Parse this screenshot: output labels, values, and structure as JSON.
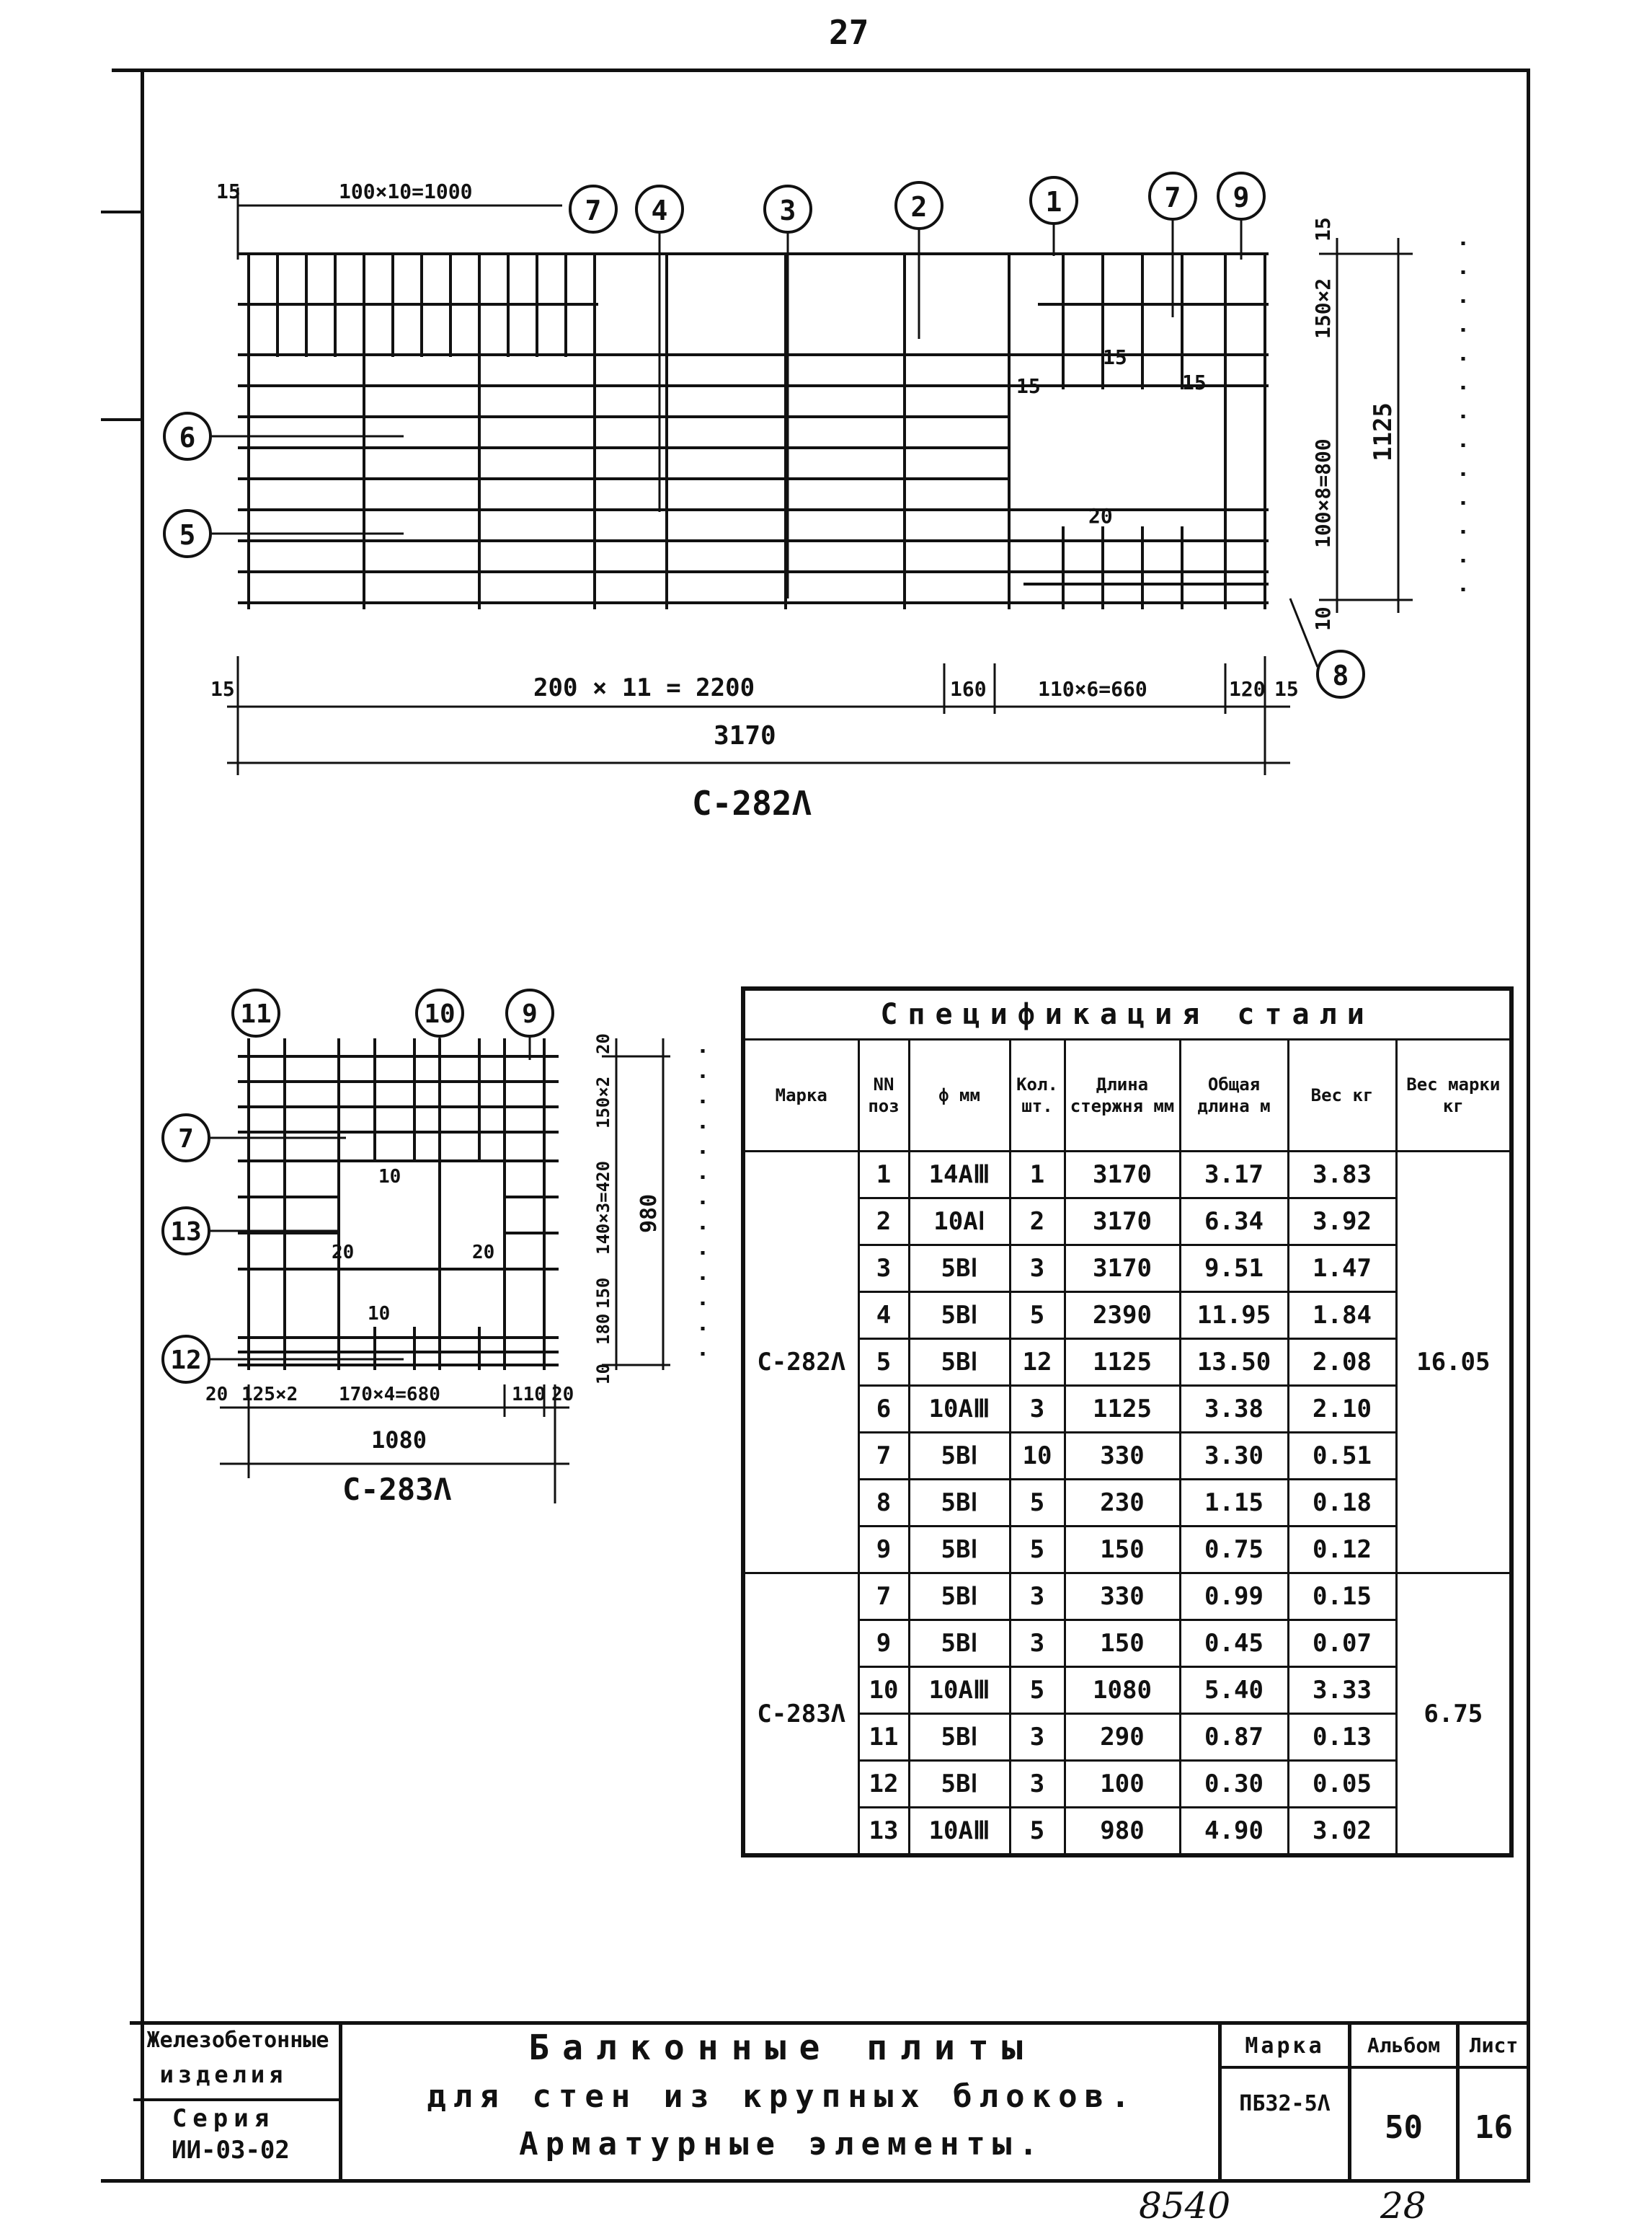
{
  "page_number": "27",
  "drawing1": {
    "label": "С-282Λ",
    "dims": {
      "top_left_15": "15",
      "top_span": "100×10=1000",
      "bottom_15a": "15",
      "bottom_span": "200 × 11 = 2200",
      "bottom_160": "160",
      "bottom_span2": "110×6=660",
      "bottom_120": "120",
      "bottom_15b": "15",
      "overall": "3170",
      "right_15": "15",
      "right_150x2": "150×2",
      "right_100x8": "100×8=800",
      "right_1125": "1125",
      "right_10": "10",
      "inner_15a": "15",
      "inner_15b": "15",
      "inner_15c": "15",
      "inner_20": "20"
    },
    "callouts": [
      "7",
      "4",
      "3",
      "2",
      "1",
      "7",
      "9",
      "6",
      "5",
      "8"
    ]
  },
  "drawing2": {
    "label": "С-283Λ",
    "dims": {
      "bottom_20a": "20",
      "bottom_125x2": "125×2",
      "bottom_170x4": "170×4=680",
      "bottom_110": "110",
      "bottom_20b": "20",
      "overall": "1080",
      "right_20": "20",
      "right_150x2": "150×2",
      "right_140x3": "140×3=420",
      "right_180": "180",
      "right_150": "150",
      "right_10": "10",
      "right_980": "980",
      "inner_10a": "10",
      "inner_20a": "20",
      "inner_20b": "20",
      "inner_10b": "10"
    },
    "callouts": [
      "11",
      "10",
      "9",
      "7",
      "13",
      "12"
    ]
  },
  "spec_table": {
    "title": "Спецификация стали",
    "headers": {
      "mark": "Марка",
      "pos": "NN поз",
      "dia": "ф мм",
      "qty": "Кол. шт.",
      "bar_len": "Длина стержня мм",
      "total_len": "Общая длина м",
      "weight": "Вес кг",
      "mark_weight": "Вес марки кг"
    },
    "groups": [
      {
        "mark": "С-282Λ",
        "total": "16.05",
        "rows": [
          [
            "1",
            "14АⅢ",
            "1",
            "3170",
            "3.17",
            "3.83"
          ],
          [
            "2",
            "10АⅠ",
            "2",
            "3170",
            "6.34",
            "3.92"
          ],
          [
            "3",
            "5ВⅠ",
            "3",
            "3170",
            "9.51",
            "1.47"
          ],
          [
            "4",
            "5ВⅠ",
            "5",
            "2390",
            "11.95",
            "1.84"
          ],
          [
            "5",
            "5ВⅠ",
            "12",
            "1125",
            "13.50",
            "2.08"
          ],
          [
            "6",
            "10АⅢ",
            "3",
            "1125",
            "3.38",
            "2.10"
          ],
          [
            "7",
            "5ВⅠ",
            "10",
            "330",
            "3.30",
            "0.51"
          ],
          [
            "8",
            "5ВⅠ",
            "5",
            "230",
            "1.15",
            "0.18"
          ],
          [
            "9",
            "5ВⅠ",
            "5",
            "150",
            "0.75",
            "0.12"
          ]
        ]
      },
      {
        "mark": "С-283Λ",
        "total": "6.75",
        "rows": [
          [
            "7",
            "5ВⅠ",
            "3",
            "330",
            "0.99",
            "0.15"
          ],
          [
            "9",
            "5ВⅠ",
            "3",
            "150",
            "0.45",
            "0.07"
          ],
          [
            "10",
            "10АⅢ",
            "5",
            "1080",
            "5.40",
            "3.33"
          ],
          [
            "11",
            "5ВⅠ",
            "3",
            "290",
            "0.87",
            "0.13"
          ],
          [
            "12",
            "5ВⅠ",
            "3",
            "100",
            "0.30",
            "0.05"
          ],
          [
            "13",
            "10АⅢ",
            "5",
            "980",
            "4.90",
            "3.02"
          ]
        ]
      }
    ]
  },
  "title_block": {
    "product_line1": "Железобетонные",
    "product_line2": "изделия",
    "series_label": "Серия",
    "series_value": "ИИ-03-02",
    "title_line1": "Балконные плиты",
    "title_line2": "для стен из крупных блоков.",
    "title_line3": "Арматурные элементы.",
    "mark_label": "Марка",
    "mark_value": "ПБ32-5Λ",
    "album_label": "Альбом",
    "album_value": "50",
    "sheet_label": "Лист",
    "sheet_value": "16"
  },
  "handwritten": {
    "left": "8540",
    "right": "28"
  }
}
